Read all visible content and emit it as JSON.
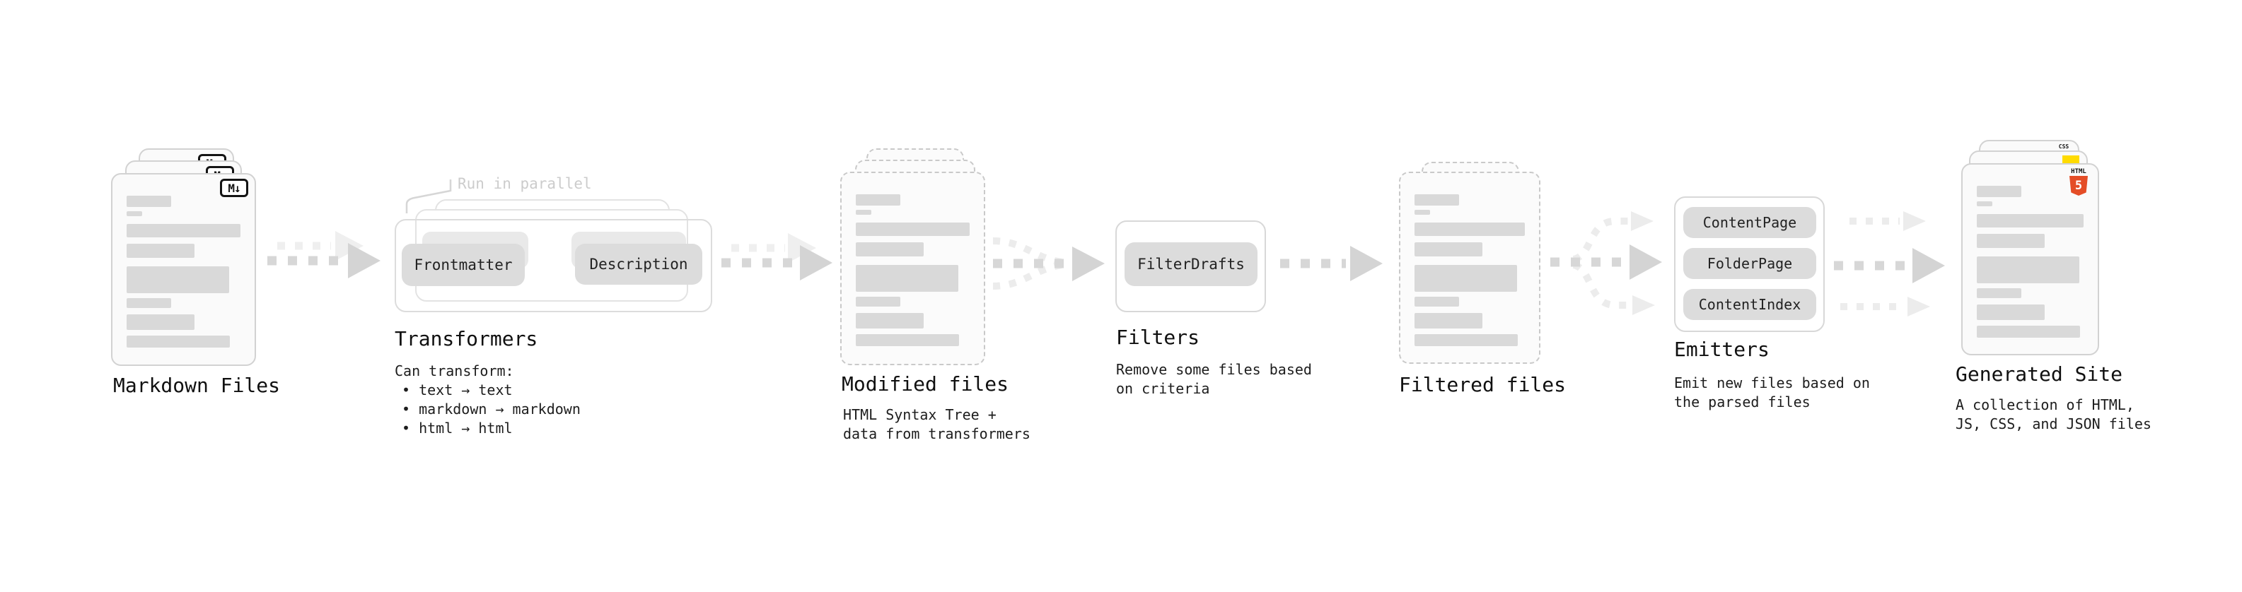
{
  "diagram": {
    "stages": [
      {
        "id": "markdown-files",
        "title": "Markdown Files",
        "file_badge": "M↓",
        "file_count": 3
      },
      {
        "id": "transformers",
        "title": "Transformers",
        "annotation": "Run in parallel",
        "pills": [
          "Frontmatter",
          "Description"
        ],
        "desc_heading": "Can transform:",
        "bullets": [
          "• text → text",
          "• markdown → markdown",
          "• html → html"
        ]
      },
      {
        "id": "modified-files",
        "title": "Modified files",
        "desc_lines": [
          "HTML Syntax Tree +",
          "data from transformers"
        ]
      },
      {
        "id": "filters",
        "title": "Filters",
        "pills": [
          "FilterDrafts"
        ],
        "desc_lines": [
          "Remove some files based",
          "on criteria"
        ]
      },
      {
        "id": "filtered-files",
        "title": "Filtered files"
      },
      {
        "id": "emitters",
        "title": "Emitters",
        "pills": [
          "ContentPage",
          "FolderPage",
          "ContentIndex"
        ],
        "desc_lines": [
          "Emit new files based on",
          "the parsed files"
        ]
      },
      {
        "id": "generated-site",
        "title": "Generated Site",
        "desc_lines": [
          "A collection of HTML,",
          "JS, CSS, and JSON files"
        ],
        "badges": {
          "html5_word": "HTML",
          "html5_number": "5",
          "css_word": "CSS"
        }
      }
    ],
    "colors": {
      "html5_orange": "#e44d26",
      "js_yellow": "#ffdb00",
      "css_blue": "#2c68e8",
      "arrow_gray": "#d7d7d7",
      "arrow_ghost": "#efefef"
    }
  }
}
